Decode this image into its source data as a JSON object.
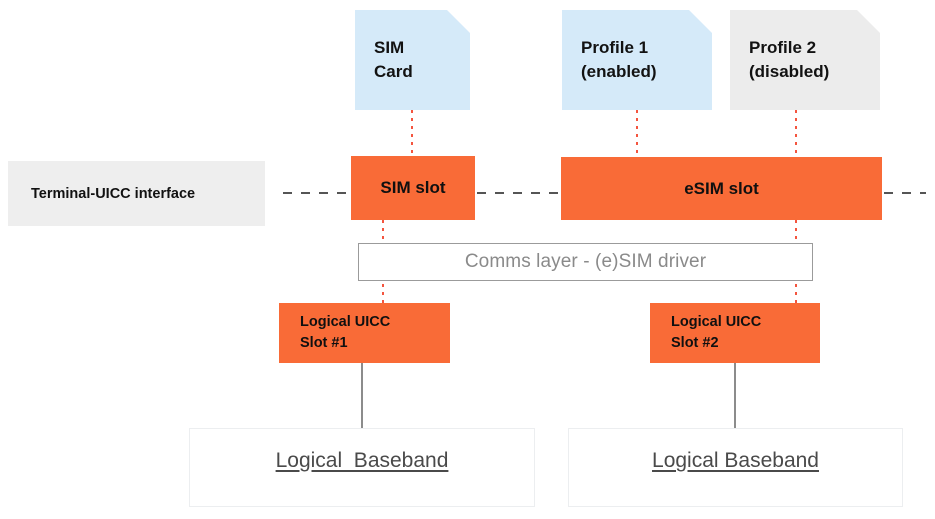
{
  "diagram": {
    "title": "Terminal UICC / eSIM slot architecture",
    "colors": {
      "card_blue": "#d5eaf9",
      "card_grey": "#ececec",
      "slot_orange": "#f96b37",
      "interface_grey": "#eeeeee",
      "dotted_red": "#f4553f",
      "dashed_grey": "#555555",
      "connector_grey": "#8c8c8c",
      "comms_border": "#9b9b9b",
      "comms_text": "#8a8a8a",
      "baseband_text": "#4a4a4a"
    },
    "cards": [
      {
        "id": "sim-card",
        "label": "SIM\nCard",
        "state": "",
        "fill": "#d5eaf9"
      },
      {
        "id": "profile-1",
        "label": "Profile 1\n(enabled)",
        "state": "enabled",
        "fill": "#d5eaf9"
      },
      {
        "id": "profile-2",
        "label": "Profile 2\n(disabled)",
        "state": "disabled",
        "fill": "#ececec"
      }
    ],
    "interface": {
      "label": "Terminal-UICC interface"
    },
    "slots": [
      {
        "id": "sim-slot",
        "label": "SIM slot"
      },
      {
        "id": "esim-slot",
        "label": "eSIM slot"
      }
    ],
    "comms_layer": {
      "label": "Comms layer - (e)SIM driver"
    },
    "logical_uicc": [
      {
        "id": "logical-uicc-slot-1",
        "label": "Logical UICC\nSlot #1"
      },
      {
        "id": "logical-uicc-slot-2",
        "label": "Logical UICC\nSlot #2"
      }
    ],
    "basebands": [
      {
        "id": "logical-baseband-1",
        "label": "Logical  Baseband"
      },
      {
        "id": "logical-baseband-2",
        "label": "Logical Baseband"
      }
    ]
  }
}
